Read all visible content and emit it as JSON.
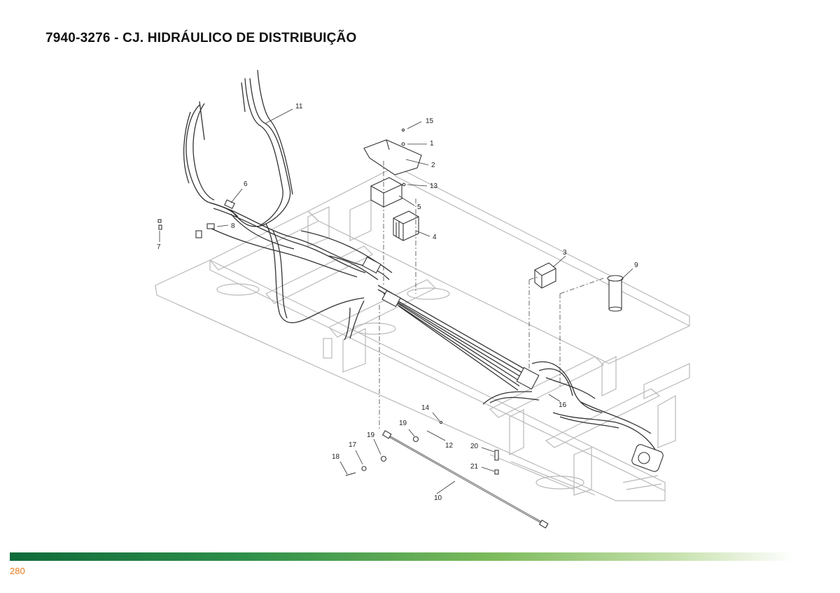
{
  "document": {
    "title": "7940-3276 - CJ. HIDRÁULICO DE DISTRIBUIÇÃO",
    "page_number": "280",
    "accent_color": "#e87d1e",
    "footer_gradient": [
      "#0f6b3a",
      "#7dbb5c",
      "#ffffff"
    ]
  },
  "callouts": {
    "c1": "1",
    "c2": "2",
    "c3": "3",
    "c4": "4",
    "c5": "5",
    "c6": "6",
    "c7": "7",
    "c8": "8",
    "c9": "9",
    "c10": "10",
    "c11": "11",
    "c12": "12",
    "c13": "13",
    "c14": "14",
    "c15": "15",
    "c16": "16",
    "c17": "17",
    "c18": "18",
    "c19a": "19",
    "c19b": "19",
    "c20": "20",
    "c21": "21"
  }
}
